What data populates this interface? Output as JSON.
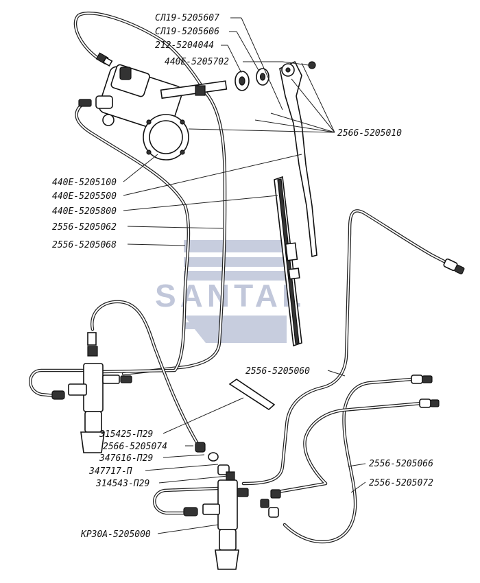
{
  "watermark": {
    "text": "SANTAL",
    "color": "#9aa6c4"
  },
  "labels": {
    "top_right": [
      "СЛ19-5205607",
      "СЛ19-5205606",
      "212-5204044",
      "440Е-5205702"
    ],
    "right_upper": "2566-5205010",
    "left_upper": [
      "440Е-5205100",
      "440Е-5205500",
      "440Е-5205800",
      "2556-5205062",
      "2556-5205068"
    ],
    "mid_right": "2556-5205060",
    "left_lower": [
      "315425-П29",
      "2566-5205074",
      "347616-П29",
      "347717-П",
      "314543-П29"
    ],
    "bottom_left": "КР30А-5205000",
    "right_lower": [
      "2556-5205066",
      "2556-5205072"
    ]
  }
}
